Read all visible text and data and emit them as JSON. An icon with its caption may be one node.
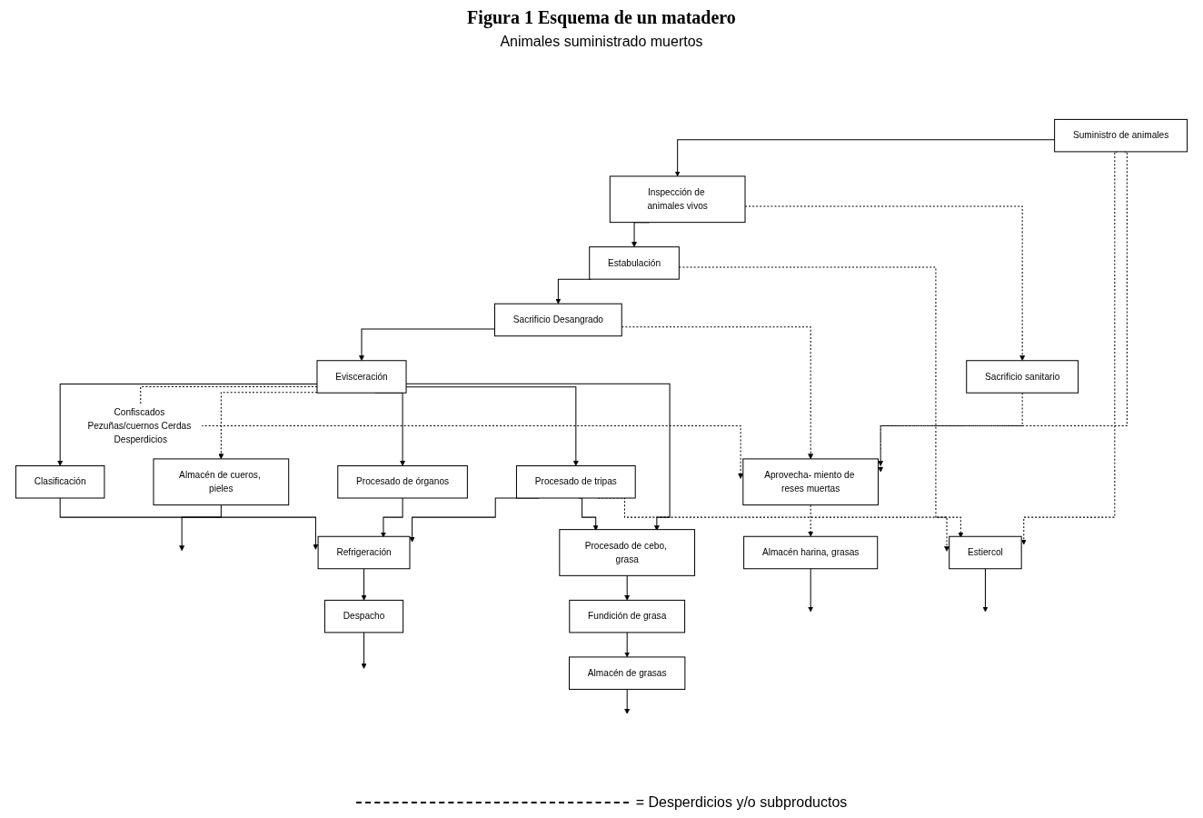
{
  "diagram": {
    "title": "Figura 1 Esquema de un matadero",
    "nodes": [
      {
        "text": [
          "Suministro de animales"
        ]
      },
      {
        "text": [
          "Inspección de animales vivos"
        ]
      },
      {
        "text": [
          "Estabulación"
        ]
      },
      {
        "text": [
          "Sacrificio Desangrado"
        ]
      },
      {
        "text": [
          "Evisceración"
        ]
      },
      {
        "text": [
          "Clasificación"
        ]
      },
      {
        "text": [
          "Refrigeración"
        ]
      },
      {
        "text": [
          "Procesado de órganos"
        ]
      },
      {
        "text": [
          "Procesado de tripas"
        ]
      },
      {
        "text": [
          "Procesado de cebo, grasa"
        ]
      },
      {
        "text": [
          "Fundición de grasa"
        ]
      },
      {
        "text": [
          "Sacrificio sanitario"
        ]
      },
      {
        "text": [
          "Aprovecha- miento de reses muertas"
        ]
      },
      {
        "text": [
          "Estiercol"
        ]
      },
      {
        "text": [
          "Almacén harina, grasas"
        ]
      },
      {
        "text": [
          "Almacén de cueros, pieles"
        ]
      },
      {
        "text": [
          "Almacén de grasas"
        ]
      },
      {
        "text": [
          "Despacho"
        ]
      }
    ],
    "edges": [
      {
        "from": 0,
        "to": 1,
        "arrow": "to"
      },
      {
        "from": 1,
        "to": 2,
        "arrow": "to"
      },
      {
        "from": 2,
        "to": 3,
        "arrow": "to"
      },
      {
        "from": 3,
        "to": 4,
        "arrow": "to"
      },
      {
        "from": 4,
        "to": 5,
        "arrow": "to"
      },
      {
        "from": 5,
        "to": 6,
        "arrow": "to"
      },
      {
        "from": 0,
        "to": 13,
        "arrow": "to",
        "style": "dashed"
      },
      {
        "from": 2,
        "to": 13,
        "arrow": "to",
        "style": "dashed"
      },
      {
        "from": 0,
        "to": 12,
        "arrow": "to",
        "style": "dashed"
      },
      {
        "from": 1,
        "to": 11,
        "arrow": "to",
        "style": "dashed"
      },
      {
        "from": 3,
        "to": 12,
        "arrow": "to",
        "style": "dashed"
      },
      {
        "from": 4,
        "to": 12,
        "arrow": "to",
        "style": "dashed",
        "label": "Confiscados Pezuñas/cuernos Cerdas Desperdicios"
      },
      {
        "from": 4,
        "to": 15,
        "arrow": "to",
        "style": "dashed"
      },
      {
        "from": 4,
        "to": 7,
        "arrow": "to"
      },
      {
        "from": 4,
        "to": 8,
        "arrow": "to"
      },
      {
        "from": 4,
        "to": 9,
        "arrow": "to"
      },
      {
        "from": 7,
        "to": 6,
        "arrow": "to"
      },
      {
        "from": 8,
        "to": 6,
        "arrow": "to"
      },
      {
        "from": 8,
        "to": 9,
        "arrow": "to"
      },
      {
        "from": 8,
        "to": 13,
        "arrow": "to",
        "style": "dashed"
      },
      {
        "from": 9,
        "to": 10,
        "arrow": "to"
      },
      {
        "from": 10,
        "to": 16,
        "arrow": "to"
      },
      {
        "from": 6,
        "to": 17,
        "arrow": "to"
      },
      {
        "from": 11,
        "to": 12,
        "arrow": "to",
        "style": "dashed"
      },
      {
        "from": 12,
        "to": 14,
        "arrow": "to",
        "style": "dashed"
      },
      {
        "from": 13,
        "to": null,
        "arrow": "to"
      },
      {
        "from": 14,
        "to": null,
        "arrow": "to"
      },
      {
        "from": 15,
        "to": null,
        "arrow": "to"
      },
      {
        "from": 16,
        "to": null,
        "arrow": "to"
      },
      {
        "from": 17,
        "to": null,
        "arrow": "to"
      }
    ],
    "labels": [
      "Animales suministrado muertos"
    ],
    "legend": [
      {
        "text": "= Desperdicios y/o subproductos"
      }
    ]
  }
}
